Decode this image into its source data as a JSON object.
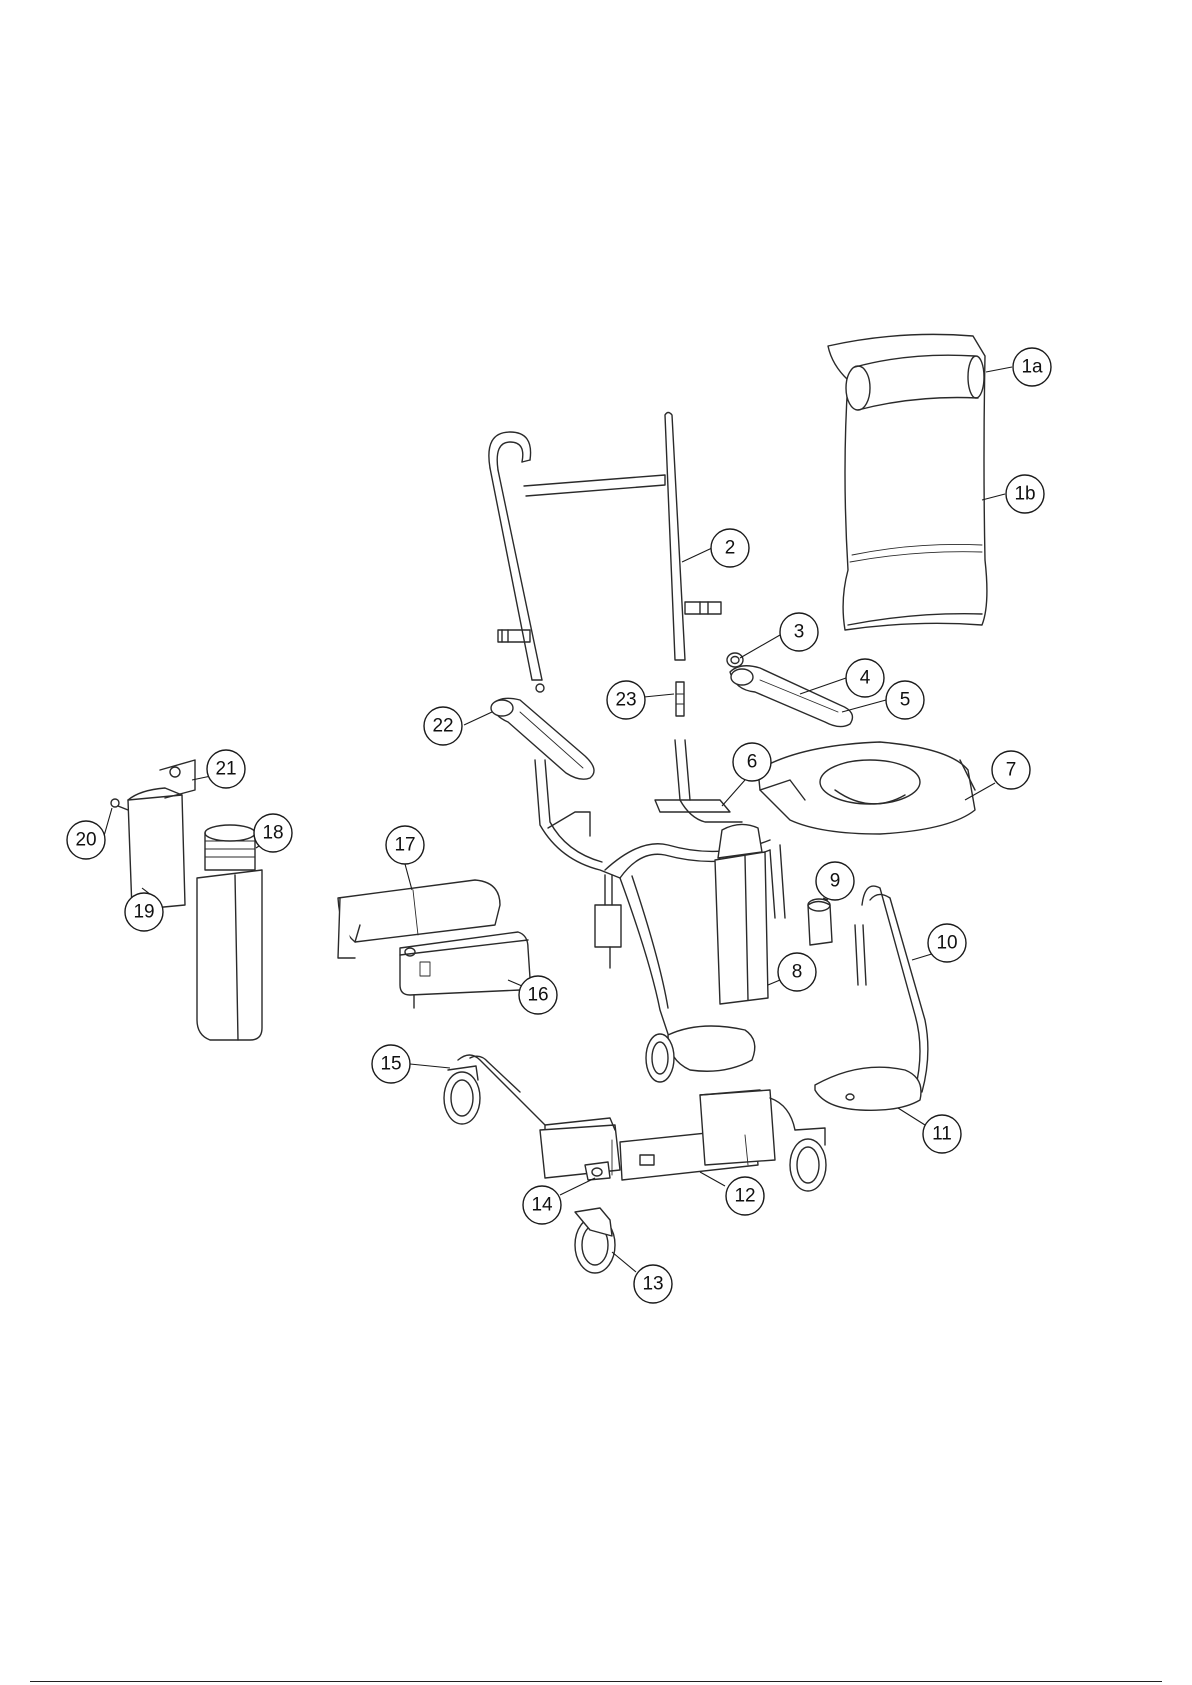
{
  "callouts": [
    {
      "label": "1a"
    },
    {
      "label": "1b"
    },
    {
      "label": "2"
    },
    {
      "label": "3"
    },
    {
      "label": "4"
    },
    {
      "label": "5"
    },
    {
      "label": "6"
    },
    {
      "label": "7"
    },
    {
      "label": "8"
    },
    {
      "label": "9"
    },
    {
      "label": "10"
    },
    {
      "label": "11"
    },
    {
      "label": "12"
    },
    {
      "label": "13"
    },
    {
      "label": "14"
    },
    {
      "label": "15"
    },
    {
      "label": "16"
    },
    {
      "label": "17"
    },
    {
      "label": "18"
    },
    {
      "label": "19"
    },
    {
      "label": "20"
    },
    {
      "label": "21"
    },
    {
      "label": "22"
    },
    {
      "label": "23"
    }
  ]
}
